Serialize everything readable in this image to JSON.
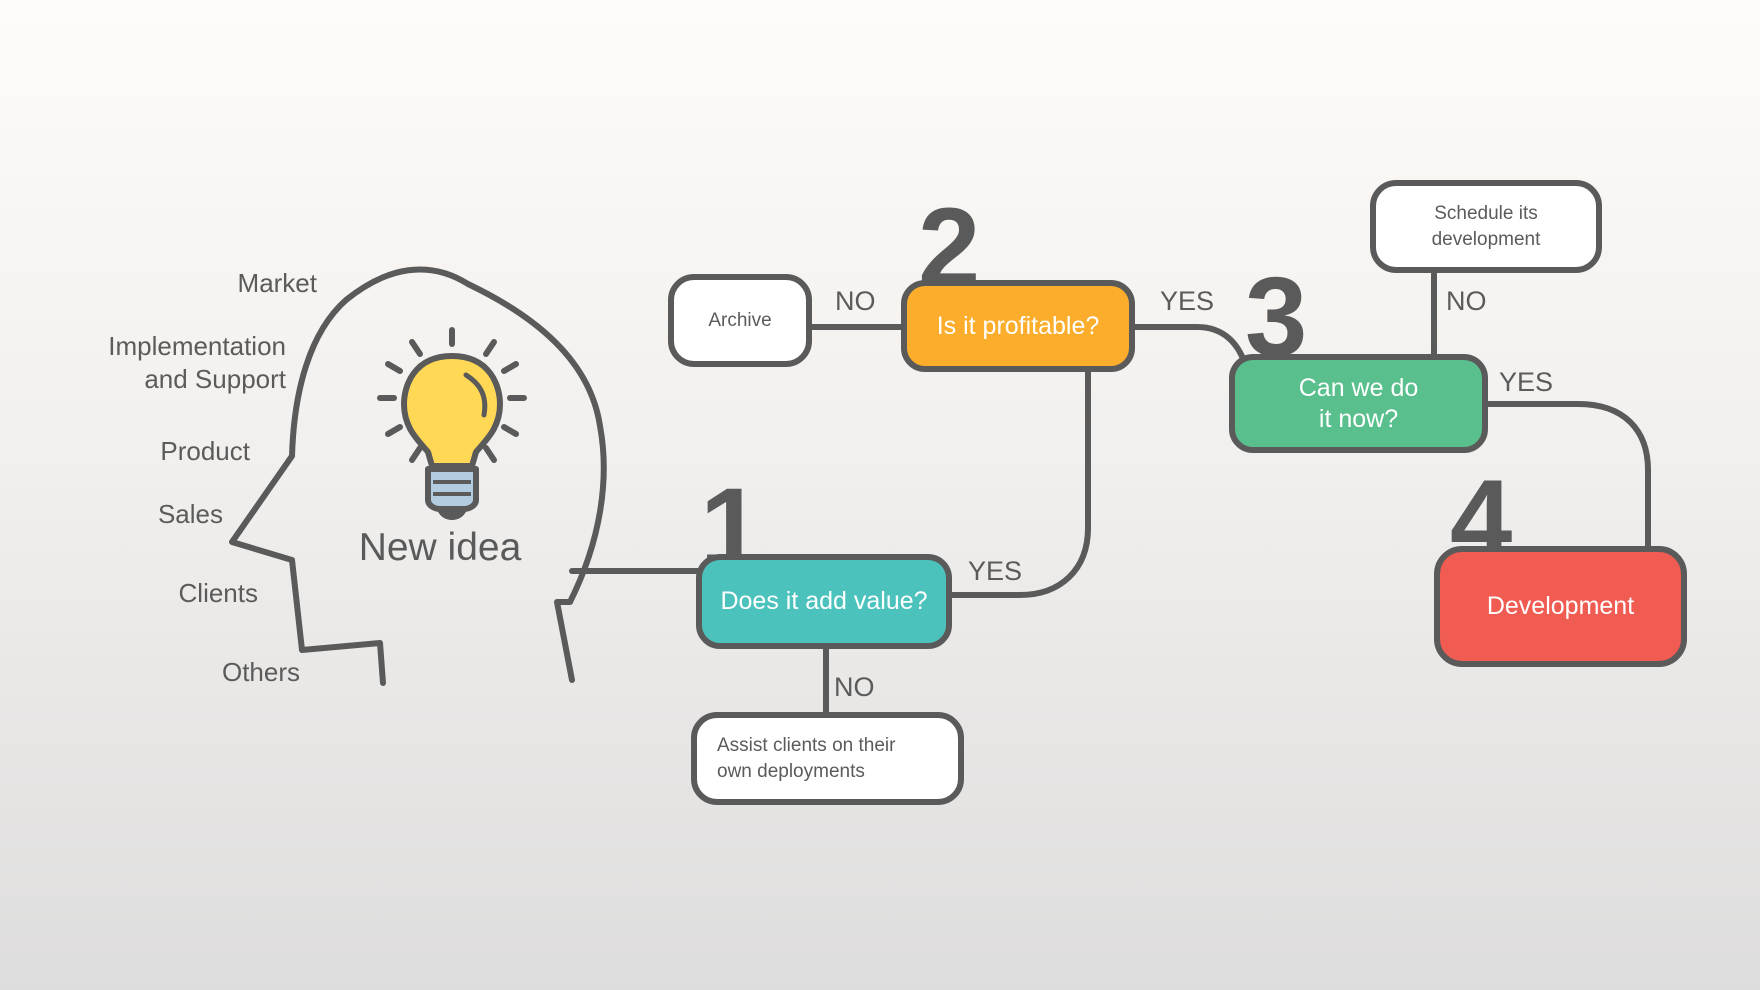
{
  "head": {
    "title": "New idea",
    "sources": [
      "Market",
      "Implementation\nand Support",
      "Product",
      "Sales",
      "Clients",
      "Others"
    ]
  },
  "steps": {
    "one": "1",
    "two": "2",
    "three": "3",
    "four": "4"
  },
  "nodes": {
    "value": "Does it add value?",
    "profitable": "Is it profitable?",
    "now": "Can we do\nit now?",
    "development": "Development",
    "archive": "Archive",
    "assist": "Assist clients on their\nown deployments",
    "schedule": "Schedule its\ndevelopment"
  },
  "branches": {
    "value_no": "NO",
    "value_yes": "YES",
    "profitable_no": "NO",
    "profitable_yes": "YES",
    "now_no": "NO",
    "now_yes": "YES"
  },
  "colors": {
    "teal": "#4cc2bd",
    "orange": "#fbad2b",
    "green": "#59bf8c",
    "red": "#f05b52",
    "line": "#5a5a5a",
    "bulb": "#ffd855"
  }
}
